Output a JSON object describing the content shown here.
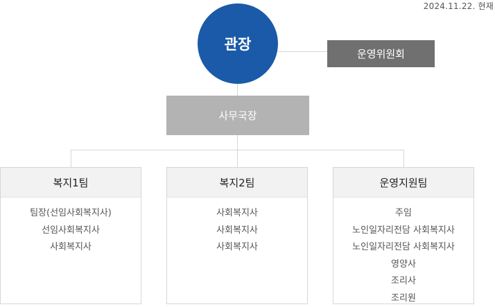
{
  "date": "2024.11.22. 현재",
  "director": "관장",
  "committee": "운영위원회",
  "secretary": "사무국장",
  "teams": [
    {
      "name": "복지1팀",
      "members": [
        "팀장(선임사회복지사)",
        "선임사회복지사",
        "사회복지사"
      ]
    },
    {
      "name": "복지2팀",
      "members": [
        "사회복지사",
        "사회복지사",
        "사회복지사"
      ]
    },
    {
      "name": "운영지원팀",
      "members": [
        "주임",
        "노인일자리전담 사회복지사",
        "노인일자리전담 사회복지사",
        "영양사",
        "조리사",
        "조리원"
      ]
    }
  ],
  "colors": {
    "director_bg": "#1a5aa8",
    "committee_bg": "#707070",
    "secretary_bg": "#b3b3b3",
    "team_header_bg": "#f2f2f2",
    "connector": "#d6d6d6"
  }
}
